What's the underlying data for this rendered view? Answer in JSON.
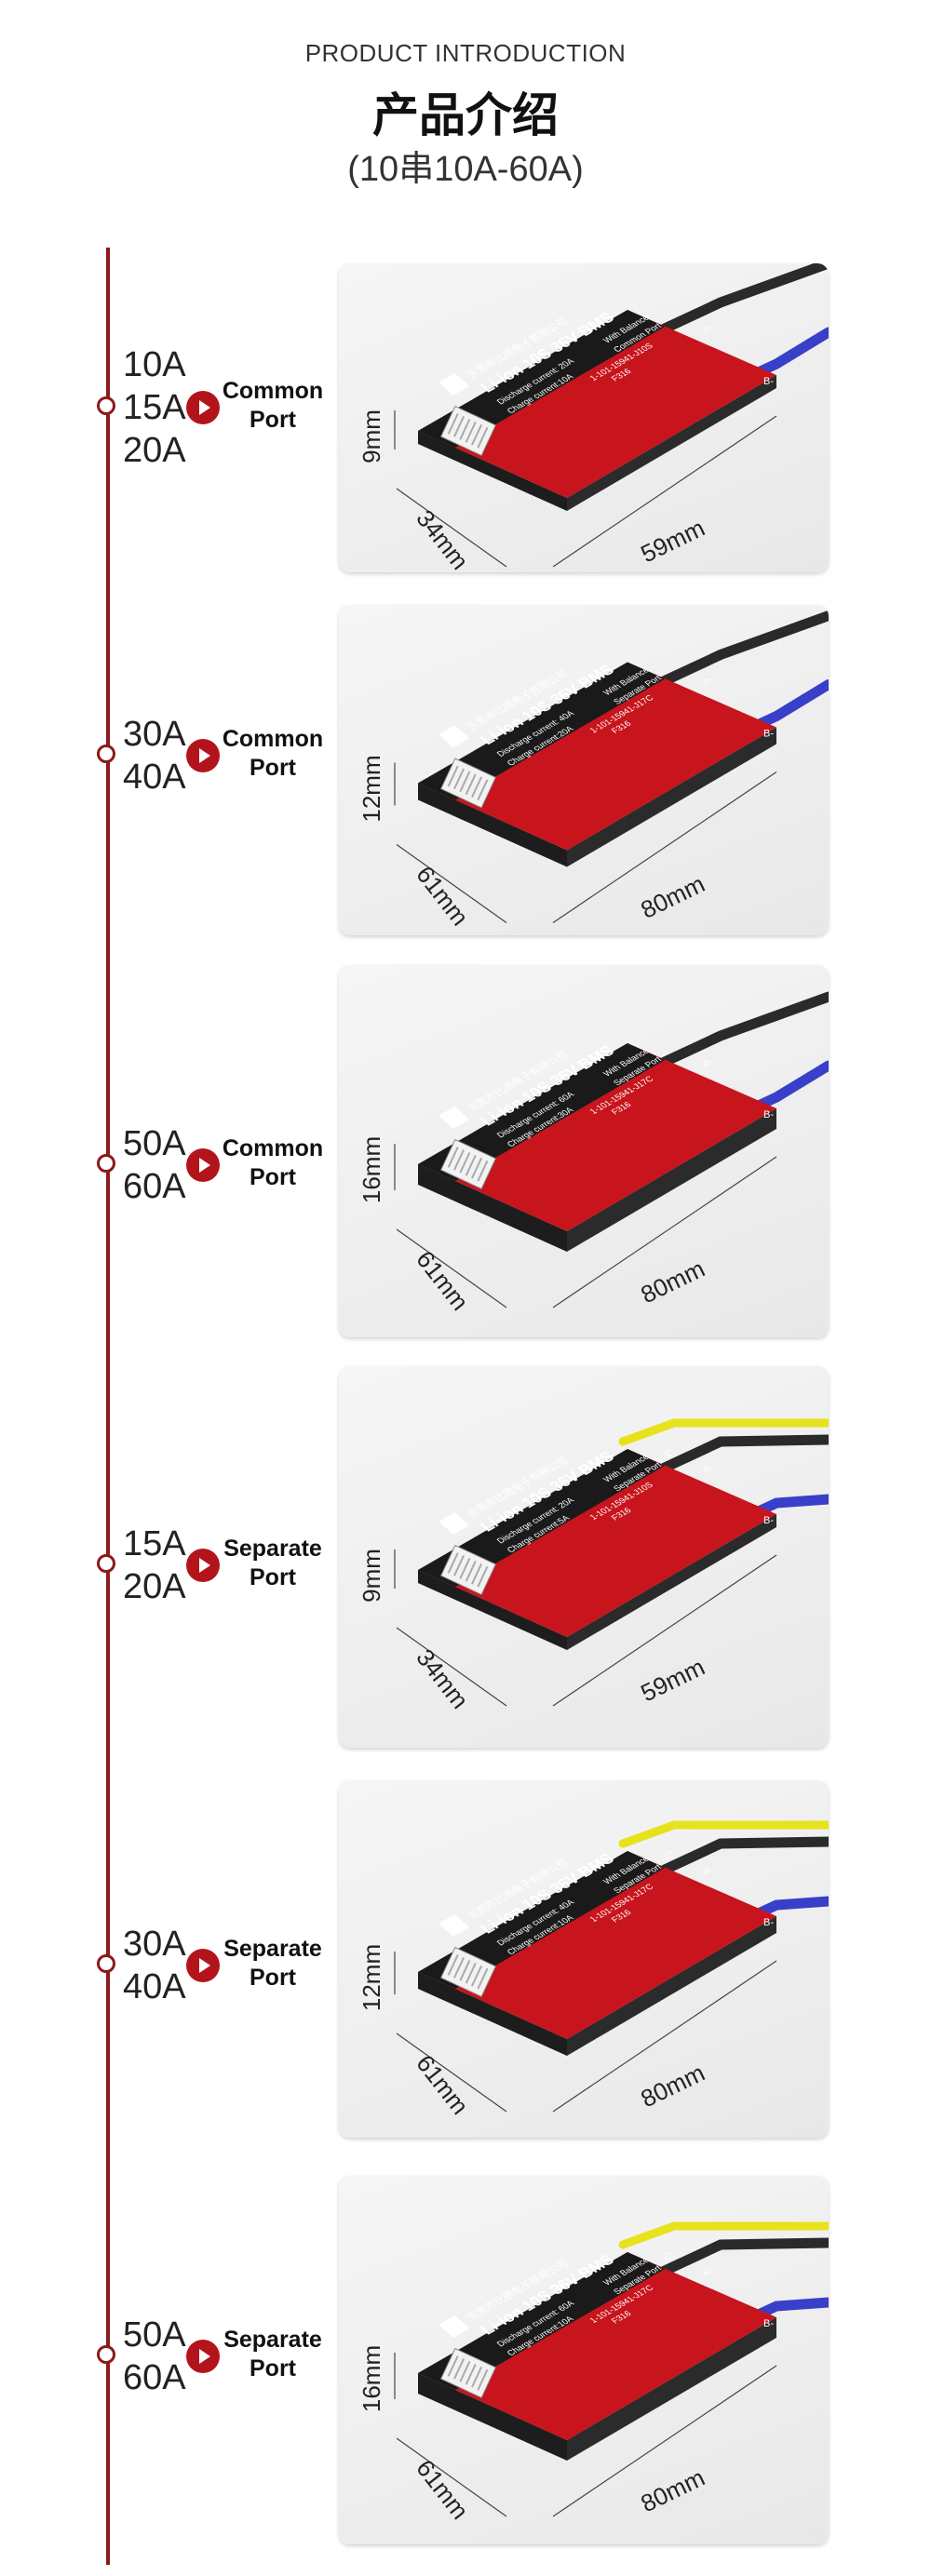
{
  "header": {
    "subtitle": "PRODUCT INTRODUCTION",
    "title": "产品介绍",
    "series": "(10串10A-60A)"
  },
  "products": [
    {
      "amps": [
        "10A",
        "15A",
        "20A"
      ],
      "port_line1": "Common",
      "port_line2": "Port",
      "dims": {
        "height": "9mm",
        "width": "34mm",
        "length": "59mm"
      },
      "board": {
        "logo_cn": "东莞市比德电子有限公司",
        "model": "Li-ion 10S 36V BMS",
        "discharge": "Discharge current: 20A",
        "charge": "Charge current:10A",
        "balance": "With Balance",
        "port": "Common Port",
        "code": "1-101-15941-J10S",
        "code2": "F316",
        "p": "P-",
        "b": "B-",
        "c": ""
      }
    },
    {
      "amps": [
        "30A",
        "40A"
      ],
      "port_line1": "Common",
      "port_line2": "Port",
      "dims": {
        "height": "12mm",
        "width": "61mm",
        "length": "80mm"
      },
      "board": {
        "logo_cn": "东莞市比德电子有限公司",
        "model": "Li-ion 10S 36V BMS",
        "discharge": "Discharge current: 40A",
        "charge": "Charge current:20A",
        "balance": "With Balance",
        "port": "Separate Port",
        "code": "1-101-15941-J17C",
        "code2": "F316",
        "p": "P-",
        "b": "B-",
        "c": ""
      }
    },
    {
      "amps": [
        "50A",
        "60A"
      ],
      "port_line1": "Common",
      "port_line2": "Port",
      "dims": {
        "height": "16mm",
        "width": "61mm",
        "length": "80mm"
      },
      "board": {
        "logo_cn": "东莞市比德电子有限公司",
        "model": "Li-ion 10S 36V BMS",
        "discharge": "Discharge current: 60A",
        "charge": "Charge current:30A",
        "balance": "With Balance",
        "port": "Separate Port",
        "code": "1-101-15941-J17C",
        "code2": "F316",
        "p": "P-",
        "b": "B-",
        "c": ""
      }
    },
    {
      "amps": [
        "15A",
        "20A"
      ],
      "port_line1": "Separate",
      "port_line2": "Port",
      "dims": {
        "height": "9mm",
        "width": "34mm",
        "length": "59mm"
      },
      "board": {
        "logo_cn": "东莞市比德电子有限公司",
        "model": "Li-ion 10S 36V BMS",
        "discharge": "Discharge current: 20A",
        "charge": "Charge current:5A",
        "balance": "With Balance",
        "port": "Separate Port",
        "code": "1-101-15941-J10S",
        "code2": "F316",
        "p": "P-",
        "b": "B-",
        "c": "C-"
      }
    },
    {
      "amps": [
        "30A",
        "40A"
      ],
      "port_line1": "Separate",
      "port_line2": "Port",
      "dims": {
        "height": "12mm",
        "width": "61mm",
        "length": "80mm"
      },
      "board": {
        "logo_cn": "东莞市比德电子有限公司",
        "model": "Li-ion 10S 36V BMS",
        "discharge": "Discharge current: 40A",
        "charge": "Charge current:10A",
        "balance": "With Balance",
        "port": "Separate Port",
        "code": "1-101-15941-J17C",
        "code2": "F316",
        "p": "P-",
        "b": "B-",
        "c": "C-"
      }
    },
    {
      "amps": [
        "50A",
        "60A"
      ],
      "port_line1": "Separate",
      "port_line2": "Port",
      "dims": {
        "height": "16mm",
        "width": "61mm",
        "length": "80mm"
      },
      "board": {
        "logo_cn": "东莞市比德电子有限公司",
        "model": "Li-ion 10S 36V BMS",
        "discharge": "Discharge current: 60A",
        "charge": "Charge current:10A",
        "balance": "With Balance",
        "port": "Separate Port",
        "code": "1-101-15941-J17C",
        "code2": "F316",
        "p": "P-",
        "b": "B-",
        "c": "C-"
      }
    }
  ]
}
